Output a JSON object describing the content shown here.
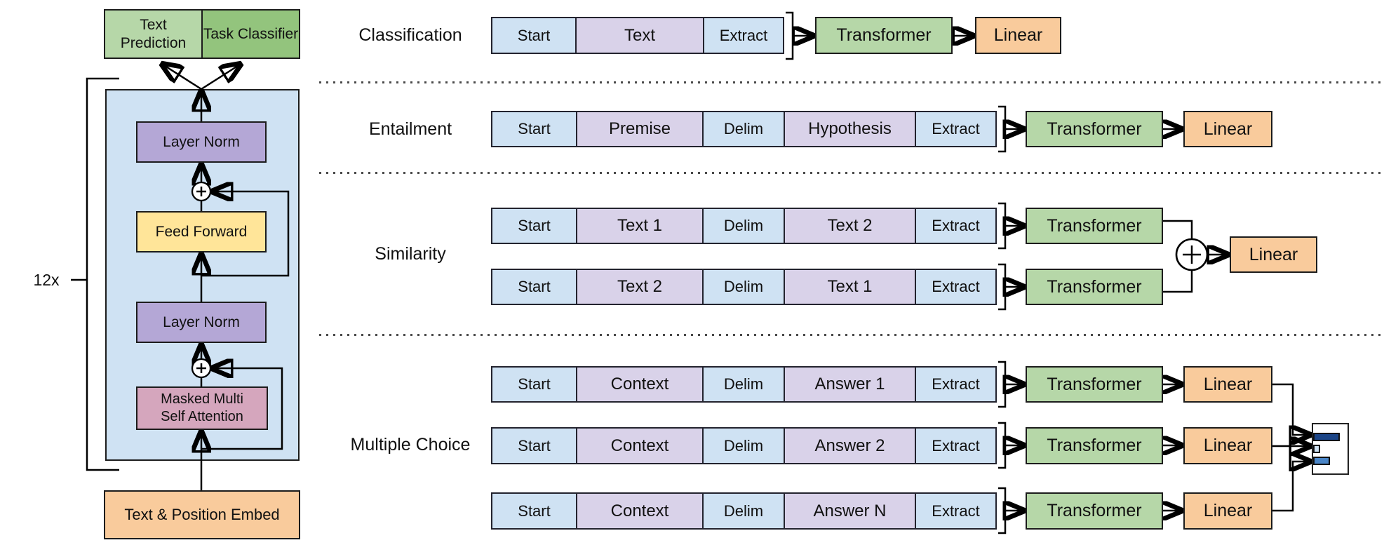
{
  "colors": {
    "cell_special_blue": "#cfe2f3",
    "cell_content_purple": "#d9d2e9",
    "transformer_green": "#b6d7a8",
    "linear_orange": "#f9cb9c",
    "container_blue": "#cfe2f3",
    "layer_norm_purple": "#b4a7d6",
    "feed_forward_yellow": "#ffe599",
    "masked_attention_pink": "#d5a6bd",
    "embed_orange": "#f9cb9c",
    "text_prediction_green": "#b6d7a8",
    "task_classifier_green": "#93c47d",
    "line_black": "#000000"
  },
  "left_diagram": {
    "text_prediction": "Text Prediction",
    "task_classifier": "Task Classifier",
    "layer_norm_top": "Layer Norm",
    "feed_forward": "Feed Forward",
    "layer_norm_bottom": "Layer Norm",
    "masked_attention": "Masked Multi Self Attention",
    "embed": "Text & Position Embed",
    "repeat_label": "12x",
    "add_symbol": "+"
  },
  "tasks": {
    "classification": {
      "label": "Classification",
      "cells": [
        "Start",
        "Text",
        "Extract"
      ],
      "transformer": "Transformer",
      "linear": "Linear"
    },
    "entailment": {
      "label": "Entailment",
      "cells": [
        "Start",
        "Premise",
        "Delim",
        "Hypothesis",
        "Extract"
      ],
      "transformer": "Transformer",
      "linear": "Linear"
    },
    "similarity": {
      "label": "Similarity",
      "row1_cells": [
        "Start",
        "Text 1",
        "Delim",
        "Text 2",
        "Extract"
      ],
      "row2_cells": [
        "Start",
        "Text 2",
        "Delim",
        "Text 1",
        "Extract"
      ],
      "transformer": "Transformer",
      "linear": "Linear",
      "add_symbol": "+"
    },
    "multiple_choice": {
      "label": "Multiple Choice",
      "row1_cells": [
        "Start",
        "Context",
        "Delim",
        "Answer 1",
        "Extract"
      ],
      "row2_cells": [
        "Start",
        "Context",
        "Delim",
        "Answer 2",
        "Extract"
      ],
      "row3_cells": [
        "Start",
        "Context",
        "Delim",
        "Answer N",
        "Extract"
      ],
      "transformer": "Transformer",
      "linear": "Linear",
      "output_distribution": {
        "bars": [
          {
            "name": "answer-1-score",
            "color": "#1c4587",
            "length": 0.79
          },
          {
            "name": "answer-2-score",
            "color": "#cfe2f3",
            "length": 0.21
          },
          {
            "name": "answer-3-score",
            "color": "#4a86c8",
            "length": 0.5
          }
        ]
      }
    }
  }
}
